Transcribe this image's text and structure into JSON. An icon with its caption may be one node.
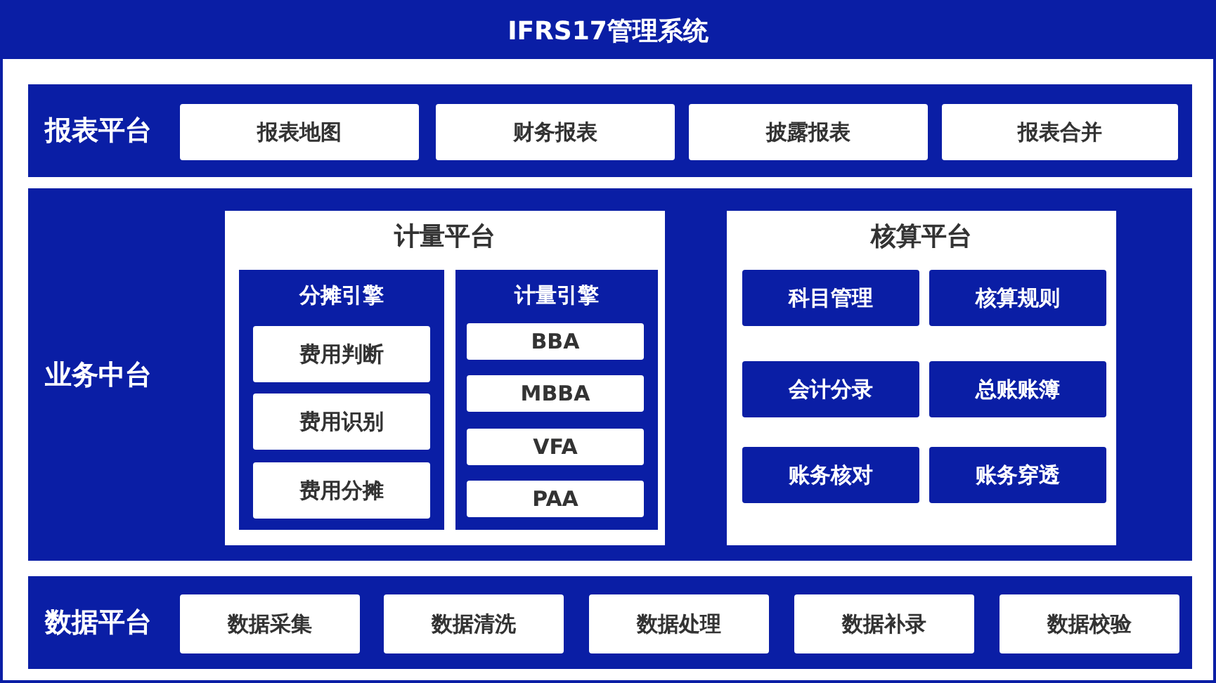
{
  "diagram": {
    "nodes": [
      {
        "text": [
          "IFRS17管理系统"
        ]
      },
      {
        "text": [
          "报表平台"
        ],
        "in": 0
      },
      {
        "text": [
          "报表地图"
        ],
        "in": 1
      },
      {
        "text": [
          "财务报表"
        ],
        "in": 1
      },
      {
        "text": [
          "披露报表"
        ],
        "in": 1
      },
      {
        "text": [
          "报表合并"
        ],
        "in": 1
      },
      {
        "text": [
          "业务中台"
        ],
        "in": 0
      },
      {
        "text": [
          "计量平台"
        ],
        "in": 6
      },
      {
        "text": [
          "分摊引擎"
        ],
        "in": 7
      },
      {
        "text": [
          "费用判断"
        ],
        "in": 8
      },
      {
        "text": [
          "费用识别"
        ],
        "in": 8
      },
      {
        "text": [
          "费用分摊"
        ],
        "in": 8
      },
      {
        "text": [
          "计量引擎"
        ],
        "in": 7
      },
      {
        "text": [
          "BBA"
        ],
        "in": 12
      },
      {
        "text": [
          "MBBA"
        ],
        "in": 12
      },
      {
        "text": [
          "VFA"
        ],
        "in": 12
      },
      {
        "text": [
          "PAA"
        ],
        "in": 12
      },
      {
        "text": [
          "核算平台"
        ],
        "in": 6
      },
      {
        "text": [
          "科目管理"
        ],
        "in": 17
      },
      {
        "text": [
          "核算规则"
        ],
        "in": 17
      },
      {
        "text": [
          "会计分录"
        ],
        "in": 17
      },
      {
        "text": [
          "总账账簿"
        ],
        "in": 17
      },
      {
        "text": [
          "账务核对"
        ],
        "in": 17
      },
      {
        "text": [
          "账务穿透"
        ],
        "in": 17
      },
      {
        "text": [
          "数据平台"
        ],
        "in": 0
      },
      {
        "text": [
          "数据采集"
        ],
        "in": 24
      },
      {
        "text": [
          "数据清洗"
        ],
        "in": 24
      },
      {
        "text": [
          "数据处理"
        ],
        "in": 24
      },
      {
        "text": [
          "数据补录"
        ],
        "in": 24
      },
      {
        "text": [
          "数据校验"
        ],
        "in": 24
      }
    ],
    "edges": []
  }
}
